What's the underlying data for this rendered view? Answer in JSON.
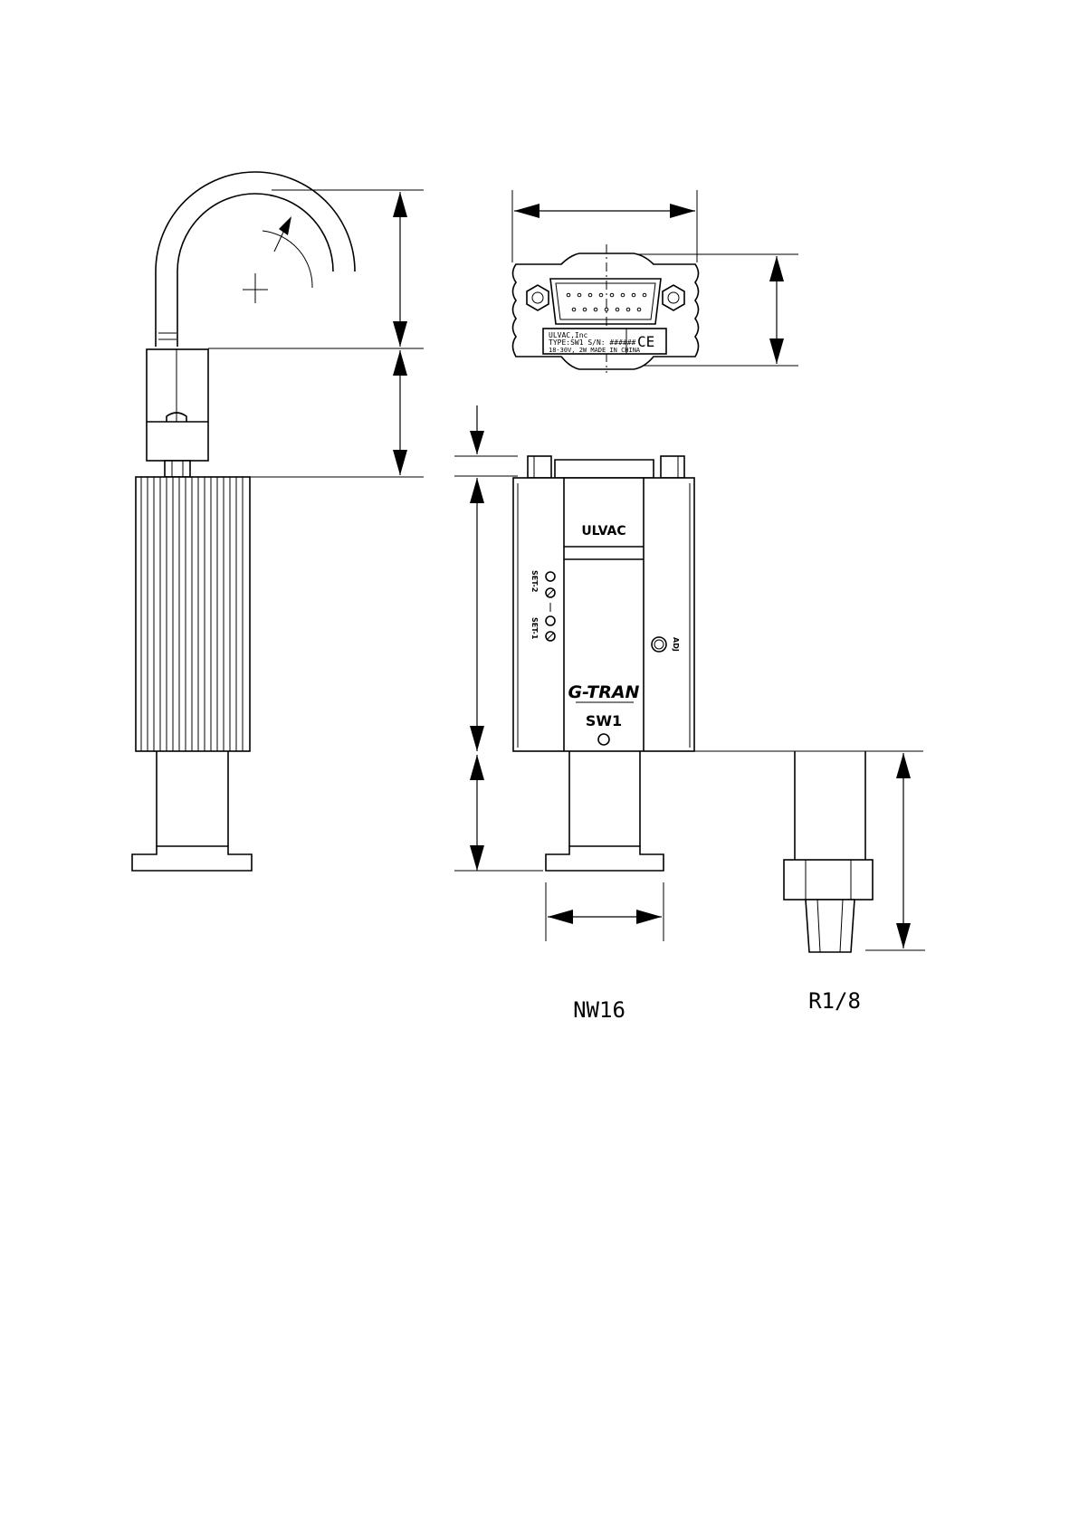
{
  "labels": {
    "flange_label": "NW16",
    "thread_label": "R1/8",
    "brand": "ULVAC",
    "product": "G-TRAN",
    "switch_label": "SW1",
    "set1_label": "SET-1",
    "set2_label": "SET-2",
    "adj_label": "ADJ",
    "ce_mark": "CE",
    "plate_line1": "ULVAC,Inc",
    "plate_line2": "TYPE:SW1 S/N: ######",
    "plate_line3": "18-30V, 2W MADE IN CHINA"
  },
  "icons": [
    "radius-arrow",
    "center-cross",
    "screw-icon",
    "connector-pins"
  ]
}
